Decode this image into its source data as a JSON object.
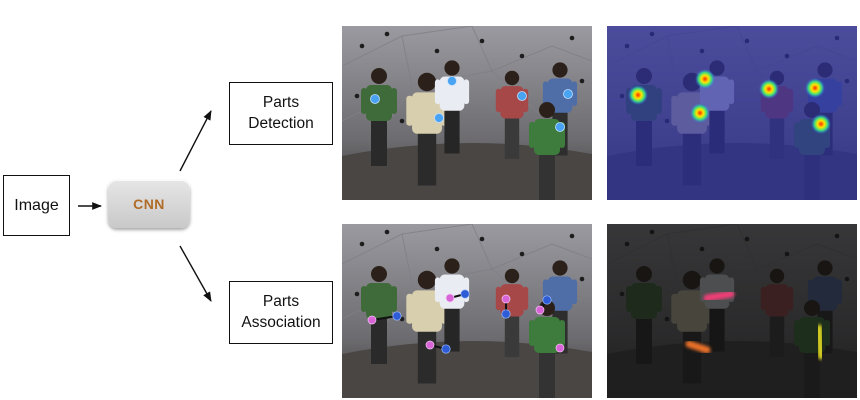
{
  "flow": {
    "input_label": "Image",
    "model_label": "CNN",
    "branch_top": {
      "line1": "Parts",
      "line2": "Detection"
    },
    "branch_bottom": {
      "line1": "Parts",
      "line2": "Association"
    }
  },
  "panels": [
    {
      "id": "detection-input",
      "style": "photo-with-keypoints",
      "marker_color": "#4aa3f2"
    },
    {
      "id": "detection-heatmap",
      "style": "confidence-map-overlay",
      "tint": "#2c2f9a"
    },
    {
      "id": "association-input",
      "style": "photo-with-limb-pairs",
      "marker_colors": [
        "#2e5bd6",
        "#d865d8"
      ]
    },
    {
      "id": "association-fields",
      "style": "part-affinity-fields",
      "colors": [
        "#ff3d7a",
        "#e8e021",
        "#ff7a2a",
        "#ff5fb0"
      ]
    }
  ],
  "colors": {
    "cnn_text": "#b06c28",
    "cnn_fill": "#d8d8d8",
    "arrow": "#111111"
  }
}
